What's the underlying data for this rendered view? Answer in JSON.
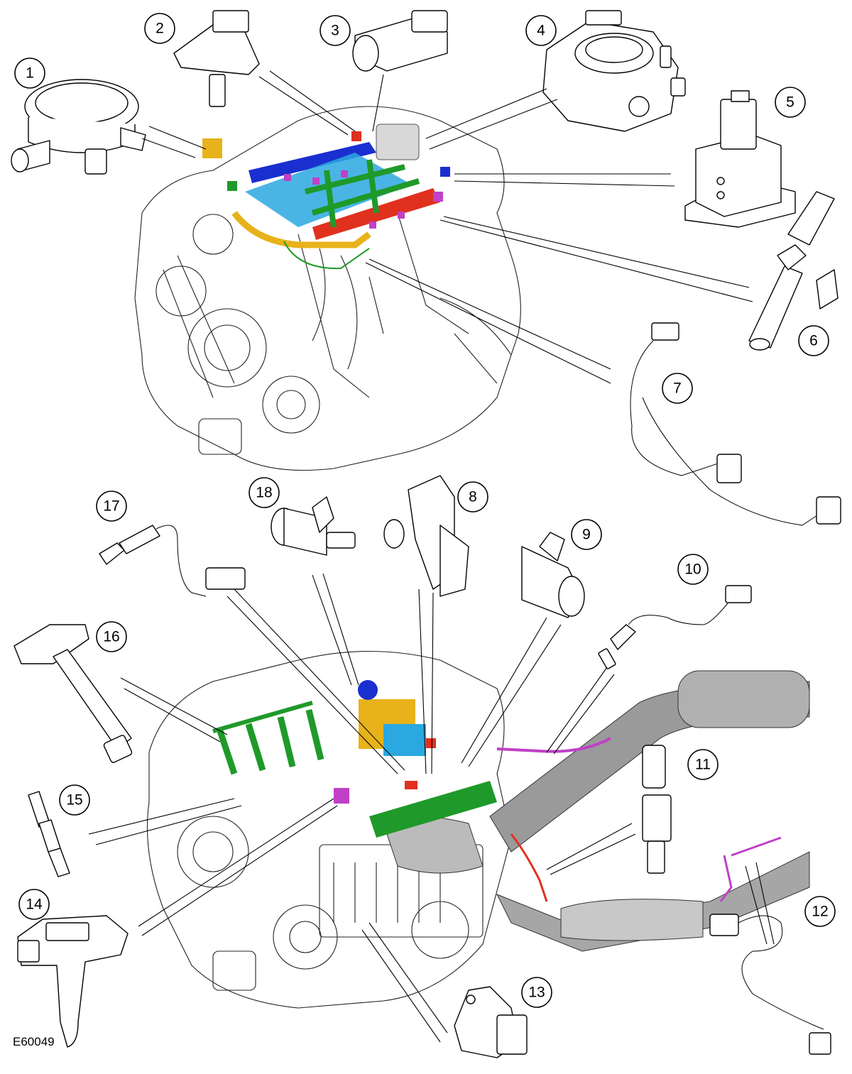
{
  "figure_id": "E60049",
  "callouts": [
    {
      "number": "1"
    },
    {
      "number": "2"
    },
    {
      "number": "3"
    },
    {
      "number": "4"
    },
    {
      "number": "5"
    },
    {
      "number": "6"
    },
    {
      "number": "7"
    },
    {
      "number": "8"
    },
    {
      "number": "9"
    },
    {
      "number": "10"
    },
    {
      "number": "11"
    },
    {
      "number": "12"
    },
    {
      "number": "13"
    },
    {
      "number": "14"
    },
    {
      "number": "15"
    },
    {
      "number": "16"
    },
    {
      "number": "17"
    },
    {
      "number": "18"
    }
  ],
  "colors": {
    "blue_rail": "#1a2fd0",
    "red_rail": "#e0301e",
    "cyan_manifold": "#2aa8e0",
    "green_harness": "#1f9a2a",
    "yellow_duct": "#e8b21a",
    "magenta_connector": "#c040c8",
    "exhaust_grey": "#8a8a8a"
  }
}
